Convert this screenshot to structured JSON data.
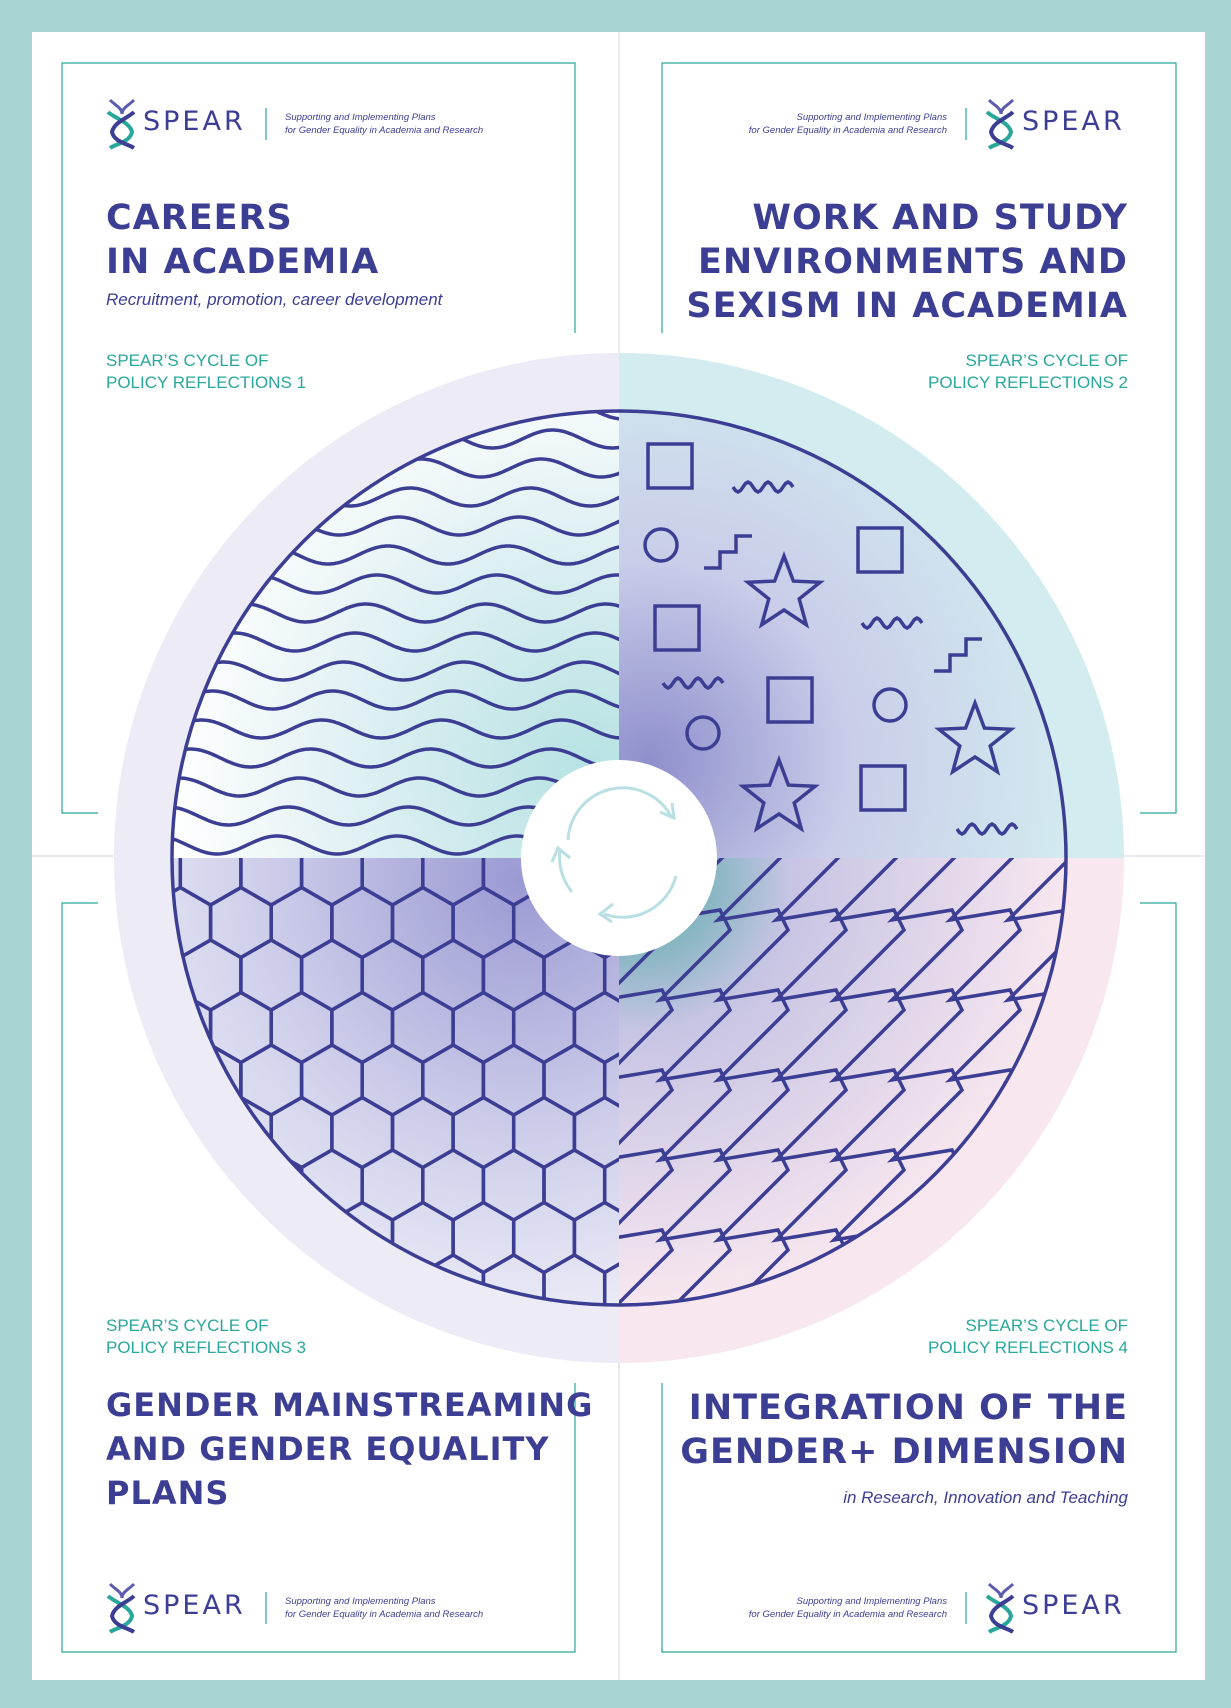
{
  "brand": {
    "name": "SPEAR",
    "tagline_line1": "Supporting and Implementing Plans",
    "tagline_line2": "for Gender Equality in Academia and Research"
  },
  "colors": {
    "frame": "#a9d4d4",
    "navy": "#3c3e94",
    "teal": "#2aa79b",
    "lavender": "#ecebf6",
    "mint": "#d3ecf0",
    "pink": "#f8e7ef"
  },
  "panels": [
    {
      "title_line1": "CAREERS",
      "title_line2": "IN ACADEMIA",
      "subtitle": "Recruitment, promotion, career development",
      "cycle_line1": "SPEAR’S CYCLE OF",
      "cycle_line2": "POLICY REFLECTIONS 1"
    },
    {
      "title_line1": "WORK AND STUDY",
      "title_line2": "ENVIRONMENTS AND",
      "title_line3": "SEXISM IN ACADEMIA",
      "cycle_line1": "SPEAR’S CYCLE OF",
      "cycle_line2": "POLICY REFLECTIONS 2"
    },
    {
      "title_line1": "GENDER MAINSTREAMING",
      "title_line2": "AND GENDER EQUALITY",
      "title_line3": "PLANS",
      "cycle_line1": "SPEAR’S CYCLE OF",
      "cycle_line2": "POLICY REFLECTIONS 3"
    },
    {
      "title_line1": "INTEGRATION OF THE",
      "title_line2": "GENDER+ DIMENSION",
      "subtitle": "in Research, Innovation and Teaching",
      "cycle_line1": "SPEAR’S CYCLE OF",
      "cycle_line2": "POLICY REFLECTIONS 4"
    }
  ],
  "icons": {
    "logo": "spear-helix-logo-icon",
    "center": "cycle-arrows-icon"
  }
}
